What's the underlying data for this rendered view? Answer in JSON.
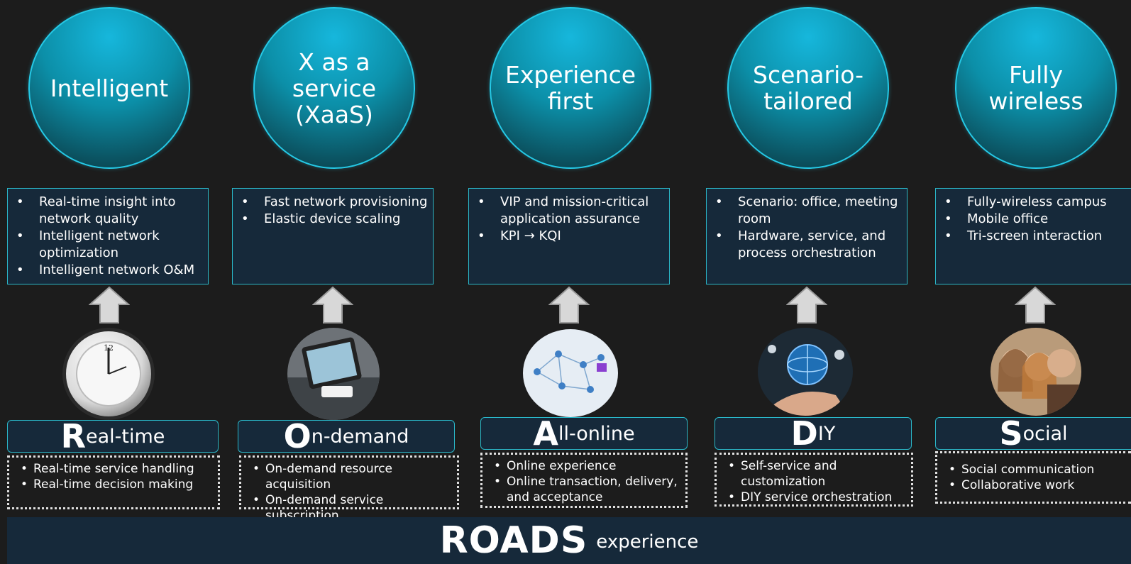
{
  "pillars": [
    {
      "circle": "Intelligent",
      "features": [
        "Real-time insight into network quality",
        "Intelligent network optimization",
        "Intelligent network O&M"
      ],
      "photo": "stopwatch-photo",
      "letter": "R",
      "rest": "eal-time",
      "details": [
        "Real-time service handling",
        "Real-time decision making"
      ]
    },
    {
      "circle": "X as a service\n(XaaS)",
      "features": [
        "Fast network provisioning",
        "Elastic device scaling"
      ],
      "photo": "tablet-photo",
      "letter": "O",
      "rest": "n-demand",
      "details": [
        "On-demand resource acquisition",
        "On-demand service subscription"
      ]
    },
    {
      "circle": "Experience\nfirst",
      "features": [
        "VIP and mission-critical application assurance",
        "KPI → KQI"
      ],
      "photo": "network-photo",
      "letter": "A",
      "rest": "ll-online",
      "details": [
        "Online experience",
        "Online transaction, delivery, and acceptance"
      ]
    },
    {
      "circle": "Scenario-\ntailored",
      "features": [
        "Scenario: office, meeting room",
        "Hardware, service, and process orchestration"
      ],
      "photo": "globe-hand-photo",
      "letter": "D",
      "rest": "IY",
      "details": [
        "Self-service and customization",
        "DIY service orchestration"
      ]
    },
    {
      "circle": "Fully wireless",
      "features": [
        "Fully-wireless campus",
        "Mobile office",
        "Tri-screen interaction"
      ],
      "photo": "people-photo",
      "letter": "S",
      "rest": "ocial",
      "details": [
        "Social communication",
        "Collaborative work"
      ]
    }
  ],
  "footer": {
    "title": "ROADS",
    "subtitle": "experience"
  },
  "colors": {
    "background": "#1c1c1c",
    "panel": "#16293a",
    "accent": "#2ab7c8"
  }
}
